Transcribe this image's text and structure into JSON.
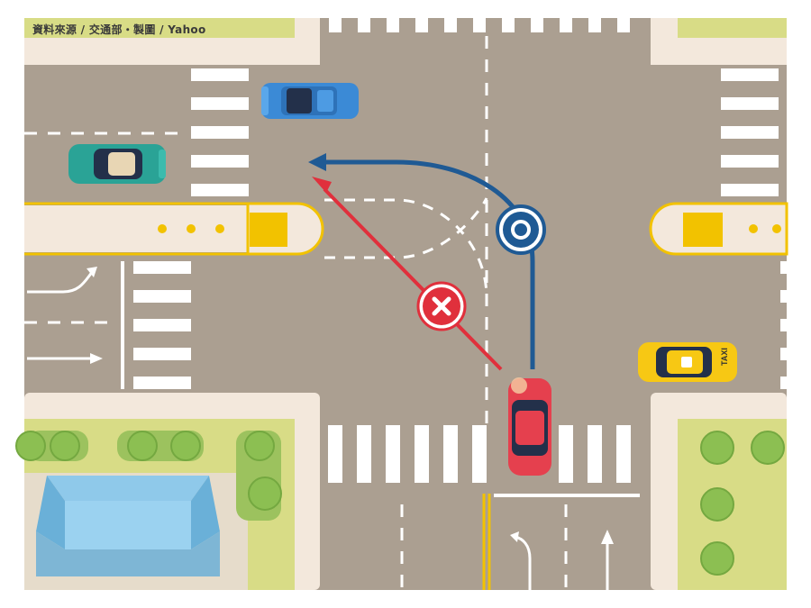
{
  "credit": "資料來源 / 交通部・製圖 / Yahoo",
  "taxi_label": "TAXI",
  "colors": {
    "road": "#ab9f91",
    "sidewalk": "#f3e8dc",
    "grass": "#d8dc86",
    "legal_arrow": "#1f5a94",
    "illegal_arrow": "#e0303c",
    "yellow_marking": "#f2c200"
  },
  "markers": {
    "allowed": {
      "symbol": "O",
      "meaning": "allowed",
      "icon": "circle-o-icon"
    },
    "forbidden": {
      "symbol": "X",
      "meaning": "forbidden",
      "icon": "cross-x-icon"
    }
  },
  "vehicles": [
    {
      "name": "blue-car",
      "color": "#3b8ad6"
    },
    {
      "name": "teal-car",
      "color": "#2aa396"
    },
    {
      "name": "yellow-taxi",
      "color": "#f7c814"
    },
    {
      "name": "red-car",
      "color": "#e5404e"
    }
  ]
}
